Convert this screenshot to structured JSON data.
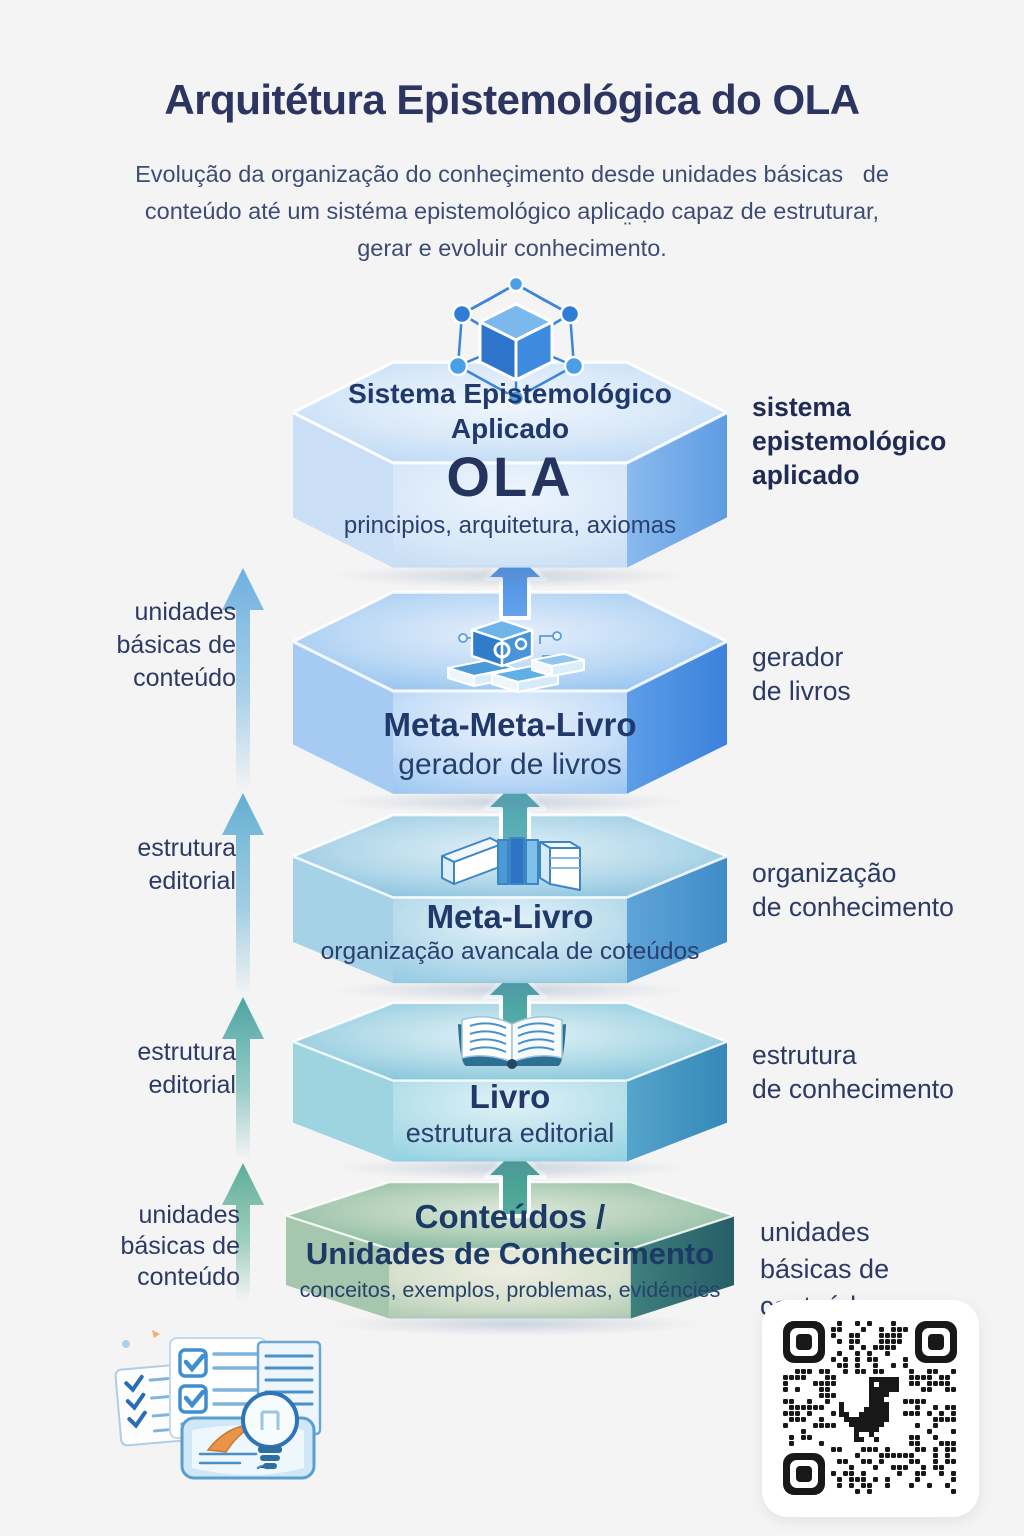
{
  "header": {
    "title": "Arquitétura Epistemológica do OLA",
    "subtitle_lines": [
      "Evolução da organização do conheçimento desde unidades básicas   de",
      "conteúdo até um sistéma epistemológico aplicaḍo capaz de estruturar,",
      "gerar e evoluir conhecimento."
    ],
    "stray_mark": "¨"
  },
  "layers": [
    {
      "name": "sistema-epistemologico-aplicado",
      "title_lines": [
        "Sistema Epistemológico",
        "Aplicado"
      ],
      "acronym": "OLA",
      "subtitle": "principios, arquitetura, axiomas",
      "icon": "network-cube-icon"
    },
    {
      "name": "meta-meta-livro",
      "title": "Meta-Meta-Livro",
      "subtitle": "gerador de livros",
      "icon": "book-generator-icon"
    },
    {
      "name": "meta-livro",
      "title": "Meta-Livro",
      "subtitle": "organização avancala de coteúdos",
      "icon": "book-stack-icon"
    },
    {
      "name": "livro",
      "title": "Livro",
      "subtitle": "estrutura editorial",
      "icon": "open-book-icon"
    },
    {
      "name": "conteudos-unidades-de-conhecimento",
      "title_lines": [
        "Conteúdos /",
        "Unidades de Conhecimento"
      ],
      "subtitle": "conceitos, exemplos, problemas, evidéncies",
      "icon": "none"
    }
  ],
  "left_labels": [
    {
      "lines": [
        "unidades",
        "básicas de",
        "conteúdo"
      ]
    },
    {
      "lines": [
        "estrutura",
        "editorial"
      ]
    },
    {
      "lines": [
        "estrutura",
        "editorial"
      ]
    },
    {
      "lines": [
        "unidades",
        "básicas de",
        "conteúdo"
      ]
    }
  ],
  "right_labels": [
    {
      "lines": [
        "sistema",
        "epistemológico",
        "aplicado"
      ],
      "bold": true
    },
    {
      "lines": [
        "gerador",
        "de livros"
      ],
      "bold": false
    },
    {
      "lines": [
        "organização",
        "de conhecimento"
      ],
      "bold": false
    },
    {
      "lines": [
        "estrutura",
        "de conhecimento"
      ],
      "bold": false
    },
    {
      "lines": [
        "unidades",
        "básicas de conteúdo"
      ],
      "bold": false
    }
  ],
  "icons": {
    "top": "network-cube-icon",
    "layer_meta_meta_livro": "book-generator-icon",
    "layer_meta_livro": "book-stack-icon",
    "layer_livro": "open-book-icon",
    "bottom_left": "documents-lightbulb-illustration",
    "bottom_right": "qr-code"
  },
  "colors": {
    "background": "#f5f4f4",
    "title_navy": "#2b3560",
    "layer_blue_light": "#bcd8f3",
    "layer_blue": "#8fc0f0",
    "layer_teal": "#7cc2d8",
    "layer_green": "#7fb49e",
    "arrow_blue": "#4289e0",
    "arrow_teal": "#3fa09e",
    "arrow_green": "#3a9a8c",
    "qr_black": "#181818"
  }
}
